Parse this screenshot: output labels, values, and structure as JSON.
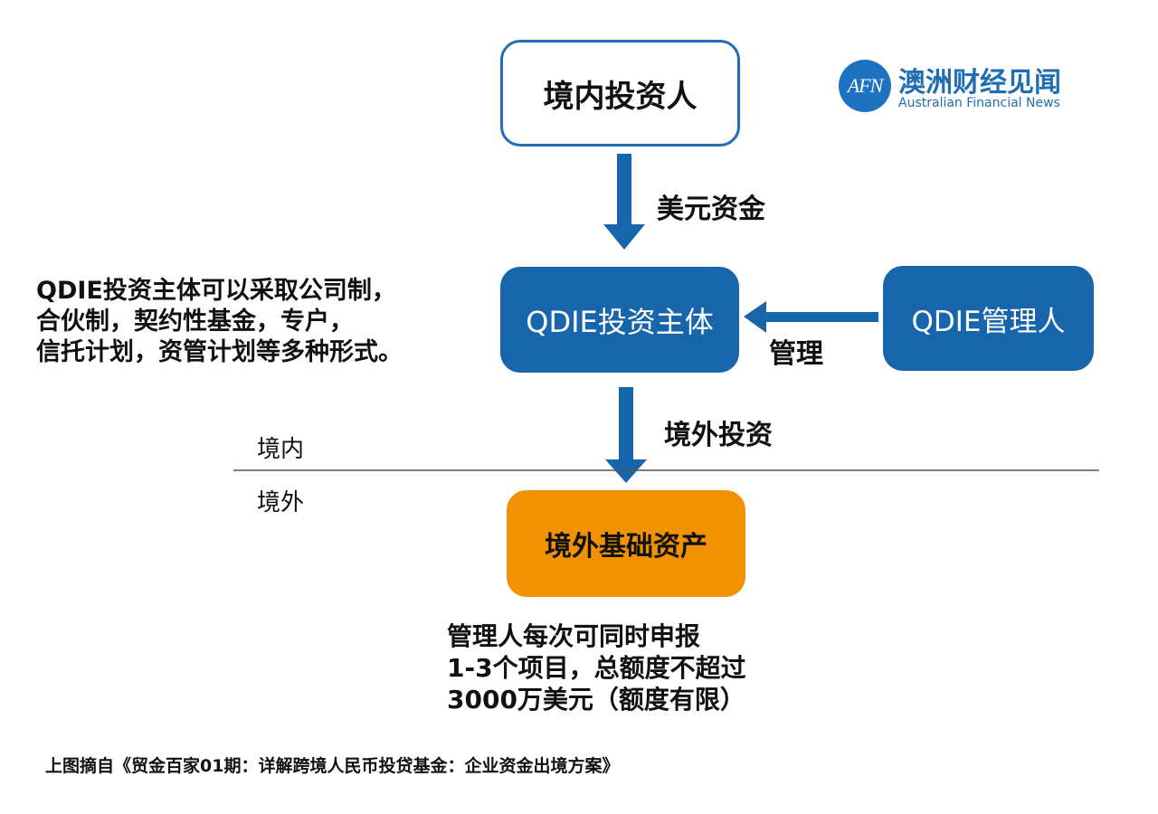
{
  "logo": {
    "mark": "AFN",
    "name_cn": "澳洲财经见闻",
    "name_en": "Australian Financial News"
  },
  "boxes": {
    "investor": "境内投资人",
    "entity": "QDIE投资主体",
    "manager": "QDIE管理人",
    "asset": "境外基础资产"
  },
  "arrow_labels": {
    "usd_funds": "美元资金",
    "manage": "管理",
    "overseas_investment": "境外投资"
  },
  "region_labels": {
    "domestic": "境内",
    "overseas": "境外"
  },
  "left_note": [
    "QDIE投资主体可以采取公司制，",
    "合伙制，契约性基金，专户，",
    "信托计划，资管计划等多种形式。"
  ],
  "bottom_note": [
    "管理人每次可同时申报",
    "1-3个项目，总额度不超过",
    "3000万美元（额度有限）"
  ],
  "source": "上图摘自《贸金百家01期：详解跨境人民币投贷基金：企业资金出境方案》",
  "colors": {
    "primary_blue": "#1765ab",
    "orange": "#f39200",
    "divider": "#555555"
  }
}
